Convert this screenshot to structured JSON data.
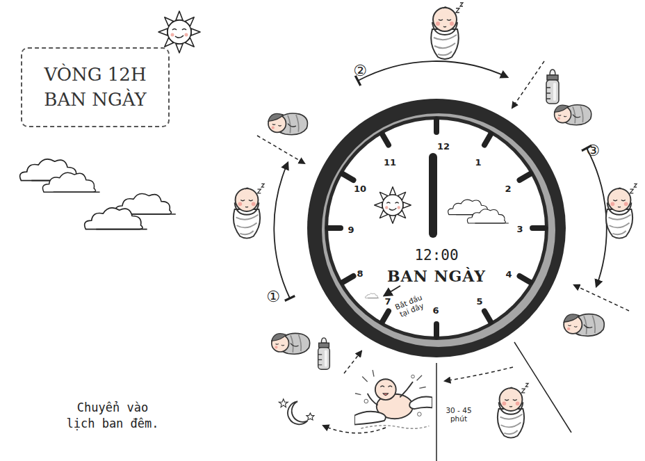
{
  "diagram": {
    "title": "VÒNG 12H BAN NGÀY",
    "nodes": [
      {
        "text": [
          "12:00",
          "BAN NGÀY"
        ]
      }
    ],
    "labels": [
      "②",
      "③",
      "①",
      "12",
      "1",
      "2",
      "3",
      "4",
      "5",
      "6",
      "7",
      "8",
      "9",
      "10",
      "11",
      "Bắt đầu tại đây",
      "30 - 45 phút",
      "Chuyển vào lịch ban đêm."
    ]
  }
}
